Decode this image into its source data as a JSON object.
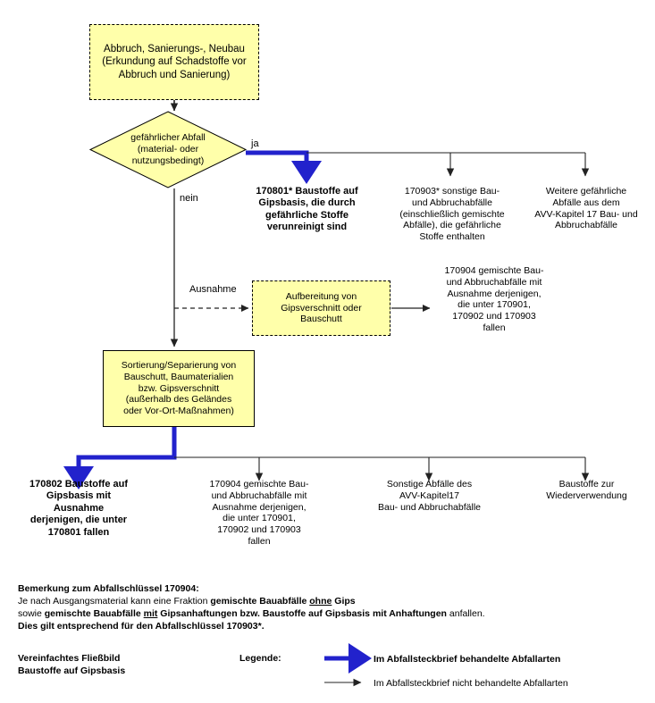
{
  "colors": {
    "node_fill": "#ffffaa",
    "node_border": "#000000",
    "highlight_arrow": "#2222cc",
    "plain_arrow": "#333333",
    "background": "#ffffff"
  },
  "flowchart": {
    "start_box": {
      "label": "Abbruch, Sanierungs-, Neubau\n(Erkundung auf Schadstoffe vor\nAbbruch und Sanierung)",
      "lines": [
        "Abbruch, Sanierungs-, Neubau",
        "(Erkundung auf Schadstoffe vor",
        "Abbruch und Sanierung)"
      ],
      "border": "dashed"
    },
    "decision": {
      "lines": [
        "gefährlicher Abfall",
        "(material- oder",
        "nutzungsbedingt)"
      ],
      "yes_label": "ja",
      "no_label": "nein"
    },
    "yes_outputs": [
      {
        "id": "170801",
        "bold": true,
        "highlighted": true,
        "lines": [
          "170801* Baustoffe auf",
          "Gipsbasis, die durch",
          "gefährliche Stoffe",
          "verunreinigt sind"
        ]
      },
      {
        "id": "170903",
        "bold": false,
        "highlighted": false,
        "lines": [
          "170903* sonstige Bau-",
          "und Abbruchabfälle",
          "(einschließlich gemischte",
          "Abfälle), die gefährliche",
          "Stoffe enthalten"
        ]
      },
      {
        "id": "weitere-gefaehrliche",
        "bold": false,
        "highlighted": false,
        "lines": [
          "Weitere gefährliche",
          "Abfälle aus dem",
          "AVV-Kapitel 17 Bau- und",
          "Abbruchabfälle"
        ]
      }
    ],
    "exception": {
      "edge_label": "Ausnahme",
      "box_lines": [
        "Aufbereitung von",
        "Gipsverschnitt oder",
        "Bauschutt"
      ],
      "border": "dashed",
      "output_lines": [
        "170904 gemischte Bau-",
        "und Abbruchabfälle mit",
        "Ausnahme derjenigen,",
        "die unter 170901,",
        "170902 und 170903",
        "fallen"
      ]
    },
    "sorting_box": {
      "lines": [
        "Sortierung/Separierung von",
        "Bauschutt, Baumaterialien",
        "bzw. Gipsverschnitt",
        "(außerhalb des Geländes",
        "oder Vor-Ort-Maßnahmen)"
      ],
      "border": "solid"
    },
    "sorting_outputs": [
      {
        "id": "170802",
        "bold": true,
        "highlighted": true,
        "lines": [
          "170802 Baustoffe auf",
          "Gipsbasis mit",
          "Ausnahme",
          "derjenigen, die unter",
          "170801 fallen"
        ]
      },
      {
        "id": "170904",
        "bold": false,
        "highlighted": false,
        "lines": [
          "170904 gemischte Bau-",
          "und Abbruchabfälle mit",
          "Ausnahme derjenigen,",
          "die unter 170901,",
          "170902 und 170903",
          "fallen"
        ]
      },
      {
        "id": "sonstige-abfaelle",
        "bold": false,
        "highlighted": false,
        "lines": [
          "Sonstige Abfälle des",
          "AVV-Kapitel17",
          "Bau- und Abbruchabfälle"
        ]
      },
      {
        "id": "wiederverwendung",
        "bold": false,
        "highlighted": false,
        "lines": [
          "Baustoffe zur",
          "Wiederverwendung"
        ]
      }
    ]
  },
  "note": {
    "title": "Bemerkung zum Abfallschlüssel 170904:",
    "line2_a": "Je nach Ausgangsmaterial kann eine Fraktion ",
    "line2_b": "gemischte Bauabfälle ",
    "line2_c": "ohne",
    "line2_d": " Gips",
    "line3_a": "sowie ",
    "line3_b": "gemischte Bauabfälle ",
    "line3_c": "mit",
    "line3_d": " Gipsanhaftungen bzw. Baustoffe auf Gipsbasis mit Anhaftungen",
    "line3_e": " anfallen.",
    "line4": "Dies gilt entsprechend für den Abfallschlüssel 170903*."
  },
  "caption": {
    "line1": "Vereinfachtes Fließbild",
    "line2": "Baustoffe auf Gipsbasis"
  },
  "legend": {
    "title": "Legende:",
    "items": [
      {
        "arrow": "thick-blue-arrow",
        "bold": true,
        "text": "Im Abfallsteckbrief behandelte Abfallarten"
      },
      {
        "arrow": "thin-black-arrow",
        "bold": false,
        "text_a": "Im Abfallsteckbrief ",
        "text_b": "nicht",
        "text_c": " behandelte Abfallarten"
      }
    ]
  }
}
